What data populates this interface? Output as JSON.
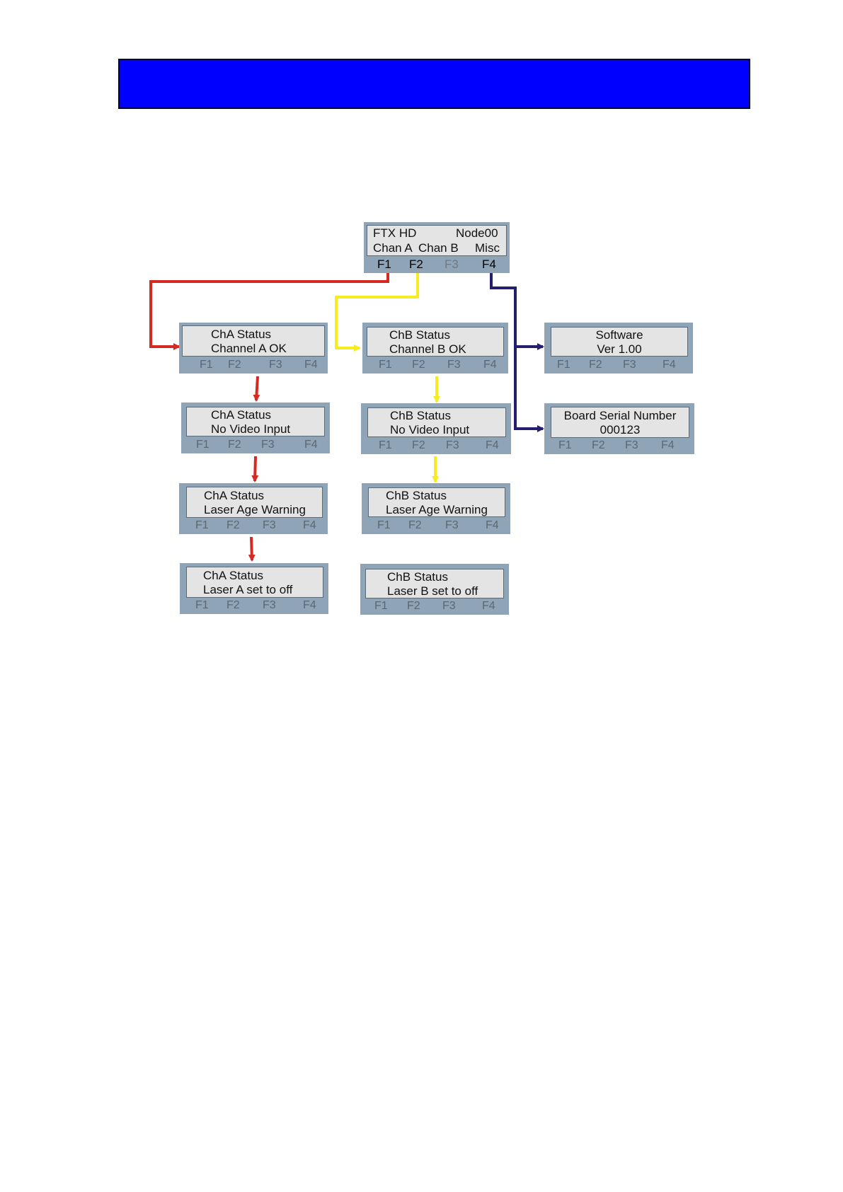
{
  "colors": {
    "banner": "#0000ff",
    "lcd_frame": "#8fa4b6",
    "lcd_screen": "#e4e4e4",
    "chan_a_arrow": "#d42a22",
    "chan_b_arrow": "#f7ec1f",
    "misc_arrow": "#231f6e"
  },
  "diagram": {
    "main": {
      "line1_left": "FTX HD",
      "line1_right": "Node00",
      "menu_a": "Chan A",
      "menu_b": "Chan B",
      "menu_misc": "Misc",
      "keys": [
        "F1",
        "F2",
        "F3",
        "F4"
      ]
    },
    "function_keys": [
      "F1",
      "F2",
      "F3",
      "F4"
    ],
    "chan_a": [
      {
        "line1": "ChA Status",
        "line2": "Channel A OK"
      },
      {
        "line1": "ChA Status",
        "line2": "No Video Input"
      },
      {
        "line1": "ChA Status",
        "line2": "Laser Age Warning"
      },
      {
        "line1": "ChA Status",
        "line2": "Laser A set to off"
      }
    ],
    "chan_b": [
      {
        "line1": "ChB Status",
        "line2": "Channel B OK"
      },
      {
        "line1": "ChB Status",
        "line2": "No Video Input"
      },
      {
        "line1": "ChB Status",
        "line2": "Laser Age Warning"
      },
      {
        "line1": "ChB Status",
        "line2": "Laser B set to off"
      }
    ],
    "misc": [
      {
        "line1": "Software",
        "line2": "Ver 1.00"
      },
      {
        "line1": "Board Serial Number",
        "line2": "000123"
      }
    ]
  }
}
